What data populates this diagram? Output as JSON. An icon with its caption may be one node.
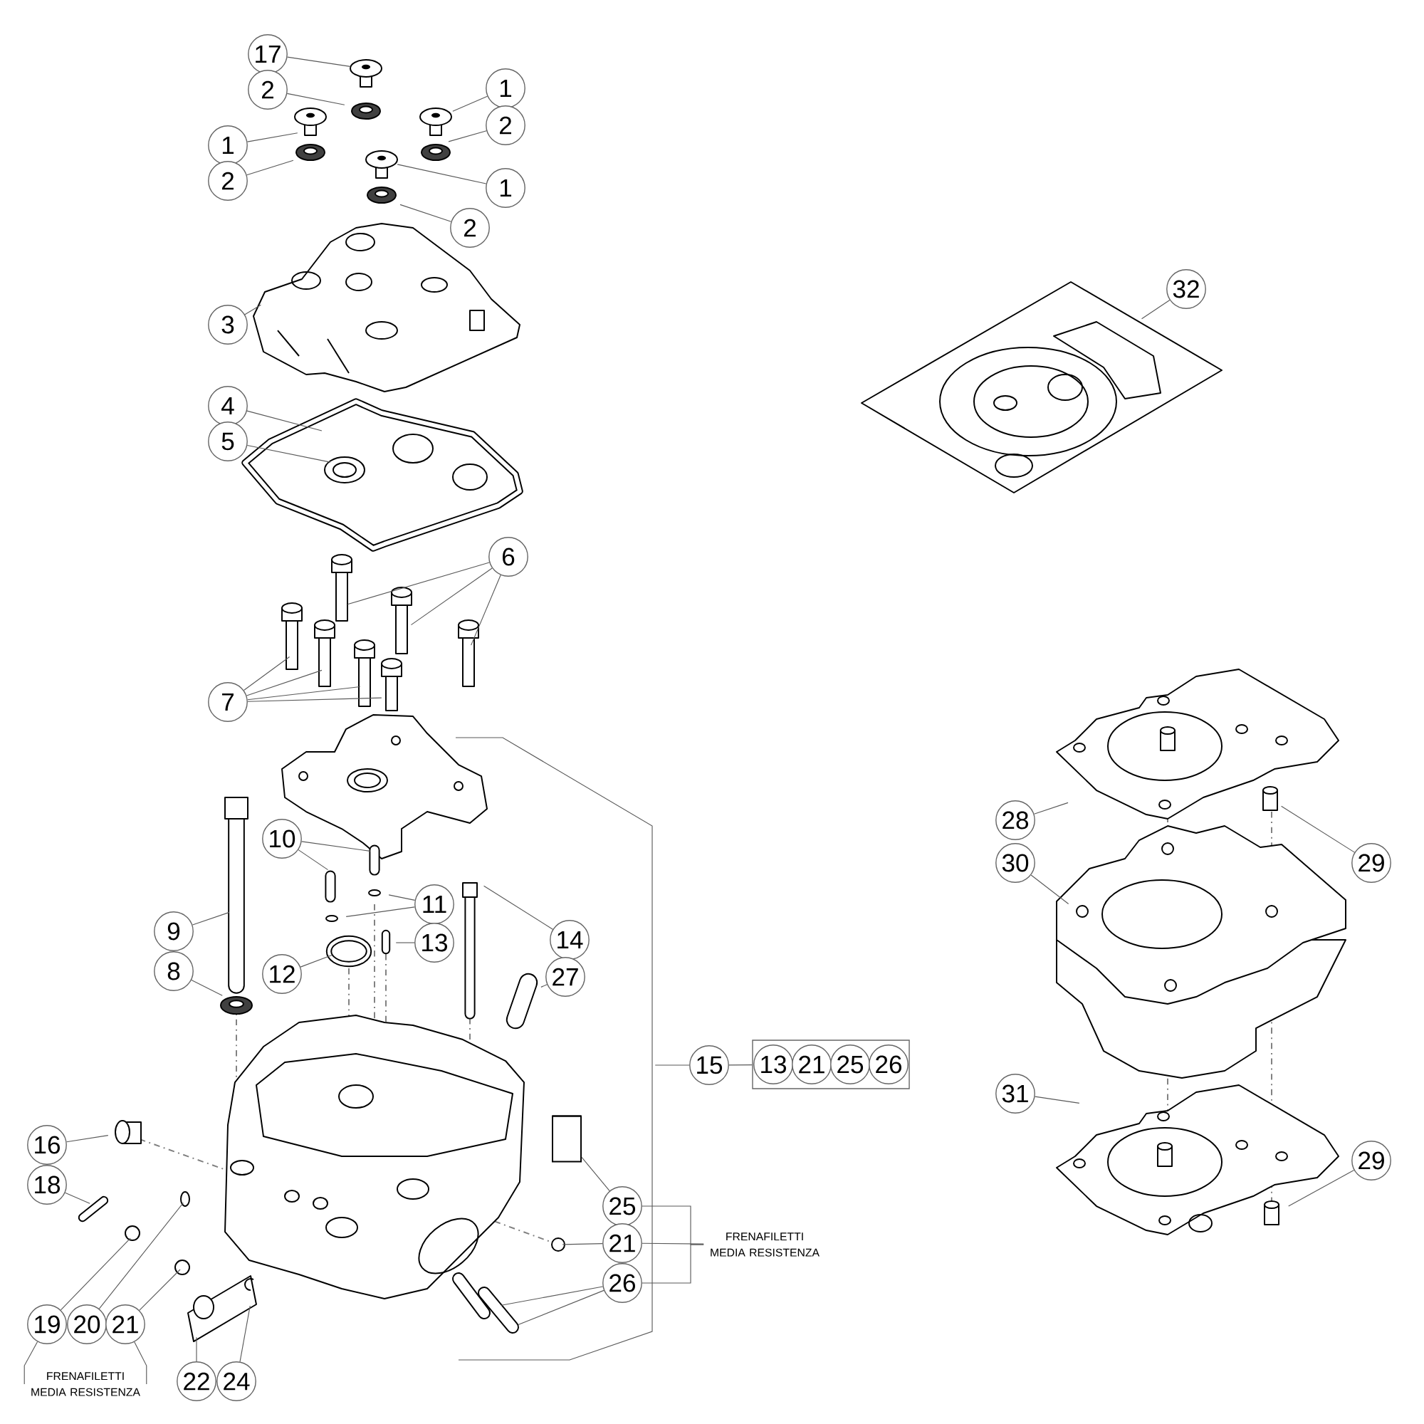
{
  "diagram": {
    "nodes": [
      {
        "text": [
          "17"
        ]
      },
      {
        "text": [
          "1"
        ]
      },
      {
        "text": [
          "2"
        ]
      },
      {
        "text": [
          "2"
        ]
      },
      {
        "text": [
          "1"
        ]
      },
      {
        "text": [
          "2"
        ]
      },
      {
        "text": [
          "1"
        ]
      },
      {
        "text": [
          "2"
        ]
      },
      {
        "text": [
          "32"
        ]
      },
      {
        "text": [
          "3"
        ]
      },
      {
        "text": [
          "4"
        ]
      },
      {
        "text": [
          "5"
        ]
      },
      {
        "text": [
          "6"
        ]
      },
      {
        "text": [
          "7"
        ]
      },
      {
        "text": [
          "28"
        ]
      },
      {
        "text": [
          "10"
        ]
      },
      {
        "text": [
          "30"
        ]
      },
      {
        "text": [
          "29"
        ]
      },
      {
        "text": [
          "11"
        ]
      },
      {
        "text": [
          "9"
        ]
      },
      {
        "text": [
          "13"
        ]
      },
      {
        "text": [
          "14"
        ]
      },
      {
        "text": [
          "8"
        ]
      },
      {
        "text": [
          "12"
        ]
      },
      {
        "text": [
          "27"
        ]
      },
      {
        "text": [
          "15"
        ]
      },
      {
        "text": [],
        "shape": "box"
      },
      {
        "text": [
          "13"
        ],
        "in": 26
      },
      {
        "text": [
          "21"
        ],
        "in": 26
      },
      {
        "text": [
          "25"
        ],
        "in": 26
      },
      {
        "text": [
          "26"
        ],
        "in": 26
      },
      {
        "text": [
          "31"
        ]
      },
      {
        "text": [
          "16"
        ]
      },
      {
        "text": [
          "29"
        ]
      },
      {
        "text": [
          "18"
        ]
      },
      {
        "text": [
          "25"
        ]
      },
      {
        "text": [
          "FRENAFILETTI MEDIA RESISTENZA"
        ]
      },
      {
        "text": [
          "21"
        ]
      },
      {
        "text": [
          "26"
        ]
      },
      {
        "text": [
          "19"
        ]
      },
      {
        "text": [
          "20"
        ]
      },
      {
        "text": [
          "21"
        ]
      },
      {
        "text": [
          "FRENAFILETTI MEDIA RESISTENZA"
        ]
      },
      {
        "text": [
          "22"
        ]
      },
      {
        "text": [
          "24"
        ]
      },
      {
        "text": [],
        "shape": "cylinder"
      }
    ],
    "edges": [
      {
        "from": 0,
        "to": null,
        "arrow": "none"
      },
      {
        "from": 1,
        "to": null,
        "arrow": "none"
      },
      {
        "from": 2,
        "to": null,
        "arrow": "none"
      },
      {
        "from": 3,
        "to": null,
        "arrow": "none"
      },
      {
        "from": 4,
        "to": null,
        "arrow": "none"
      },
      {
        "from": 5,
        "to": null,
        "arrow": "none"
      },
      {
        "from": 6,
        "to": null,
        "arrow": "none"
      },
      {
        "from": 7,
        "to": null,
        "arrow": "none"
      },
      {
        "from": 8,
        "to": null,
        "arrow": "none"
      },
      {
        "from": 9,
        "to": null,
        "arrow": "none"
      },
      {
        "from": 10,
        "to": null,
        "arrow": "none"
      },
      {
        "from": 11,
        "to": null,
        "arrow": "none"
      },
      {
        "from": 12,
        "to": null,
        "arrow": "none"
      },
      {
        "from": 12,
        "to": null,
        "arrow": "none"
      },
      {
        "from": 12,
        "to": null,
        "arrow": "none"
      },
      {
        "from": 13,
        "to": null,
        "arrow": "none"
      },
      {
        "from": 13,
        "to": null,
        "arrow": "none"
      },
      {
        "from": 13,
        "to": null,
        "arrow": "none"
      },
      {
        "from": 13,
        "to": null,
        "arrow": "none"
      },
      {
        "from": 14,
        "to": null,
        "arrow": "none"
      },
      {
        "from": 15,
        "to": null,
        "arrow": "none"
      },
      {
        "from": 15,
        "to": null,
        "arrow": "none"
      },
      {
        "from": 16,
        "to": null,
        "arrow": "none"
      },
      {
        "from": 17,
        "to": null,
        "arrow": "none"
      },
      {
        "from": 18,
        "to": null,
        "arrow": "none"
      },
      {
        "from": 18,
        "to": null,
        "arrow": "none"
      },
      {
        "from": 19,
        "to": null,
        "arrow": "none"
      },
      {
        "from": 20,
        "to": null,
        "arrow": "none"
      },
      {
        "from": 21,
        "to": null,
        "arrow": "none"
      },
      {
        "from": 22,
        "to": null,
        "arrow": "none"
      },
      {
        "from": 23,
        "to": null,
        "arrow": "none"
      },
      {
        "from": 24,
        "to": null,
        "arrow": "none"
      },
      {
        "from": 25,
        "to": 26,
        "arrow": "none"
      },
      {
        "from": 25,
        "to": null,
        "arrow": "none"
      },
      {
        "from": 31,
        "to": null,
        "arrow": "none"
      },
      {
        "from": 32,
        "to": null,
        "arrow": "none"
      },
      {
        "from": 33,
        "to": null,
        "arrow": "none"
      },
      {
        "from": 34,
        "to": null,
        "arrow": "none"
      },
      {
        "from": 35,
        "to": 45,
        "arrow": "none"
      },
      {
        "from": 37,
        "to": null,
        "arrow": "none"
      },
      {
        "from": 38,
        "to": null,
        "arrow": "none"
      },
      {
        "from": 38,
        "to": null,
        "arrow": "none"
      },
      {
        "from": 35,
        "to": 36,
        "arrow": "none"
      },
      {
        "from": 37,
        "to": 36,
        "arrow": "none"
      },
      {
        "from": 38,
        "to": 36,
        "arrow": "none"
      },
      {
        "from": 39,
        "to": null,
        "arrow": "none"
      },
      {
        "from": 40,
        "to": null,
        "arrow": "none"
      },
      {
        "from": 41,
        "to": null,
        "arrow": "none"
      },
      {
        "from": 39,
        "to": 42,
        "arrow": "none"
      },
      {
        "from": 41,
        "to": 42,
        "arrow": "none"
      },
      {
        "from": 43,
        "to": null,
        "arrow": "none"
      },
      {
        "from": 44,
        "to": null,
        "arrow": "none"
      }
    ]
  }
}
